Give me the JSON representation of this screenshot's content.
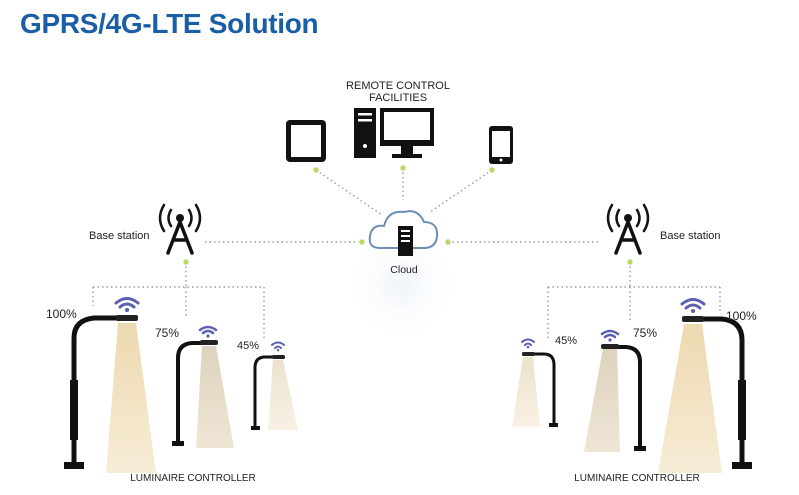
{
  "title": "GPRS/4G-LTE Solution",
  "remote_label_line1": "REMOTE CONTROL",
  "remote_label_line2": "FACILITIES",
  "cloud_label": "Cloud",
  "base_station_left": "Base station",
  "base_station_right": "Base station",
  "left_group": {
    "levels": [
      "100%",
      "75%",
      "45%"
    ],
    "controller_label": "LUMINAIRE CONTROLLER"
  },
  "right_group": {
    "levels": [
      "45%",
      "75%",
      "100%"
    ],
    "controller_label": "LUMINAIRE CONTROLLER"
  },
  "icons": [
    "tablet-icon",
    "desktop-computer-icon",
    "smartphone-icon",
    "cloud-server-icon",
    "cell-tower-icon",
    "wifi-icon",
    "street-lamp-icon"
  ],
  "colors": {
    "title": "#1a5ea8",
    "connector": "#9a9a9a",
    "node_dot": "#b7d86b",
    "wifi": "#5a5fb0",
    "beam_bright": "#f3e3c1",
    "beam_mid": "#eadcc2",
    "lamp_pole": "#111111"
  }
}
